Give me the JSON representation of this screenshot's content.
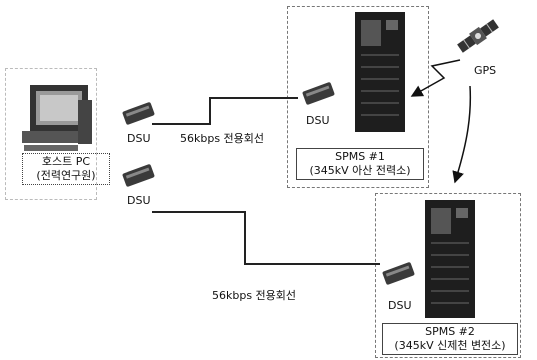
{
  "host": {
    "label_line1": "호스트 PC",
    "label_line2": "(전력연구원)"
  },
  "dsu_label": "DSU",
  "line_label": "56kbps 전용회선",
  "gps_label": "GPS",
  "sites": [
    {
      "name": "SPMS #1",
      "location": "(345kV 아산 전력소)"
    },
    {
      "name": "SPMS #2",
      "location": "(345kV 신제천 변전소)"
    }
  ]
}
